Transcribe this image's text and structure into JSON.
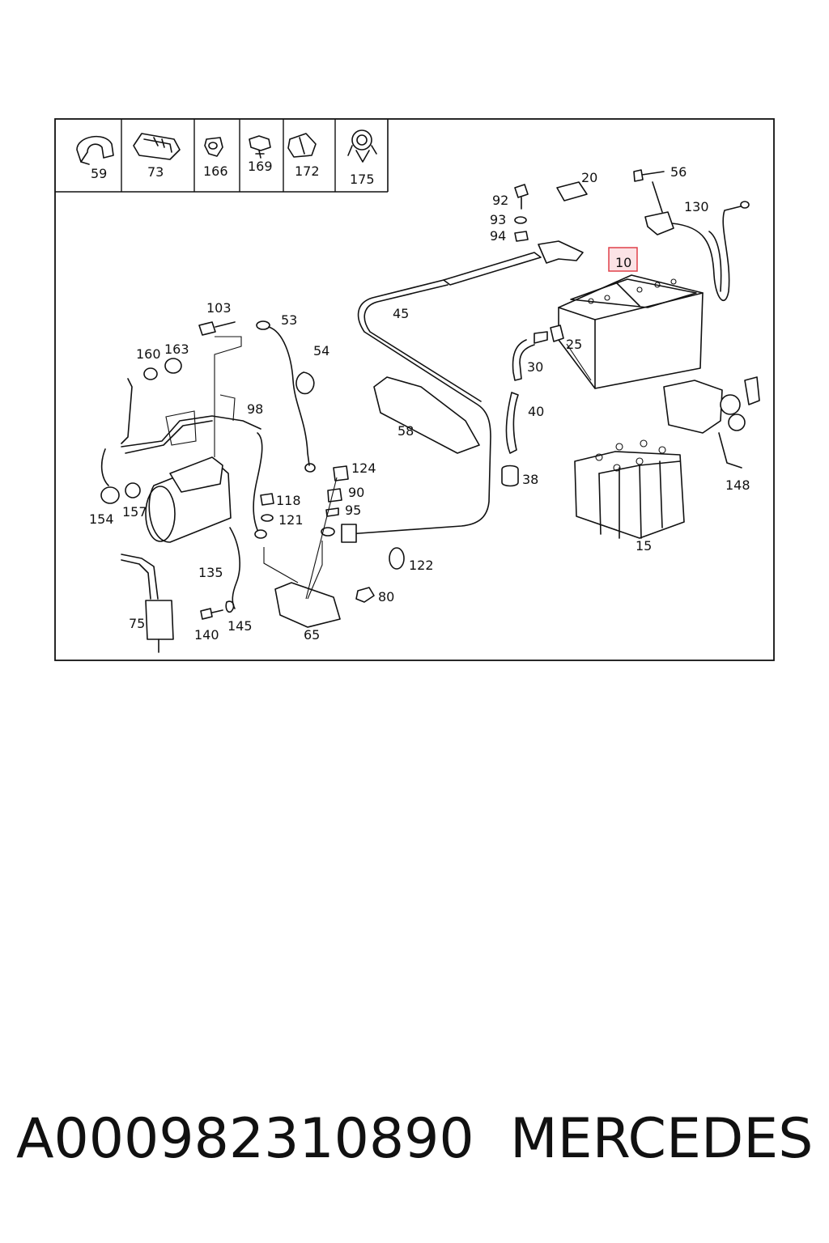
{
  "diagram": {
    "legend_parts": [
      "59",
      "73",
      "166",
      "169",
      "172",
      "175"
    ],
    "callouts": {
      "p10": "10",
      "p15": "15",
      "p20": "20",
      "p25": "25",
      "p30": "30",
      "p38": "38",
      "p40": "40",
      "p45": "45",
      "p53": "53",
      "p54": "54",
      "p56": "56",
      "p58": "58",
      "p65": "65",
      "p75": "75",
      "p80": "80",
      "p90": "90",
      "p92": "92",
      "p93": "93",
      "p94": "94",
      "p95": "95",
      "p98": "98",
      "p103": "103",
      "p118": "118",
      "p121": "121",
      "p122": "122",
      "p124": "124",
      "p130": "130",
      "p135": "135",
      "p140": "140",
      "p145": "145",
      "p148": "148",
      "p154": "154",
      "p157": "157",
      "p160": "160",
      "p163": "163"
    },
    "highlighted": "10",
    "highlight_color": "#e0404a"
  },
  "footer": {
    "part_number": "A000982310890",
    "brand": "MERCEDES"
  }
}
